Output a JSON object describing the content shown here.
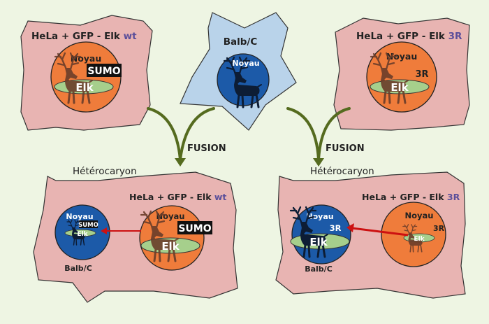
{
  "colors": {
    "background": "#eef5e3",
    "hela_cell": "#e8b4b2",
    "balbc_cell": "#b9d3ea",
    "nucleus_orange": "#ef7c3b",
    "nucleus_blue": "#1c5aa8",
    "elk_ellipse": "#a6cf8c",
    "stem": "#556b1f",
    "arrow_red": "#cc1111",
    "accent_purple": "#5b4f9a"
  },
  "top_left": {
    "title_prefix": "HeLa + GFP - Elk",
    "title_suffix": "wt",
    "nucleus": "Noyau",
    "sumo": "SUMO",
    "elk": "Elk"
  },
  "top_middle": {
    "title": "Balb/C",
    "nucleus": "Noyau"
  },
  "top_right": {
    "title_prefix": "HeLa + GFP - Elk",
    "title_suffix": "3R",
    "nucleus": "Noyau",
    "mark": "3R",
    "elk": "Elk"
  },
  "fusion": {
    "left": "FUSION",
    "right": "FUSION"
  },
  "bottom_left": {
    "caption": "Hétérocaryon",
    "hela_title_prefix": "HeLa + GFP - Elk",
    "hela_title_suffix": "wt",
    "blue_nucleus": "Noyau",
    "blue_sumo": "SUMO",
    "blue_elk": "Elk",
    "balbc": "Balb/C",
    "orange_nucleus": "Noyau",
    "orange_sumo": "SUMO",
    "orange_elk": "Elk"
  },
  "bottom_right": {
    "caption": "Hétérocaryon",
    "hela_title_prefix": "HeLa + GFP - Elk",
    "hela_title_suffix": "3R",
    "blue_nucleus": "Noyau",
    "blue_mark": "3R",
    "blue_elk": "Elk",
    "balbc": "Balb/C",
    "orange_nucleus": "Noyau",
    "orange_mark": "3R",
    "orange_elk": "Elk"
  }
}
